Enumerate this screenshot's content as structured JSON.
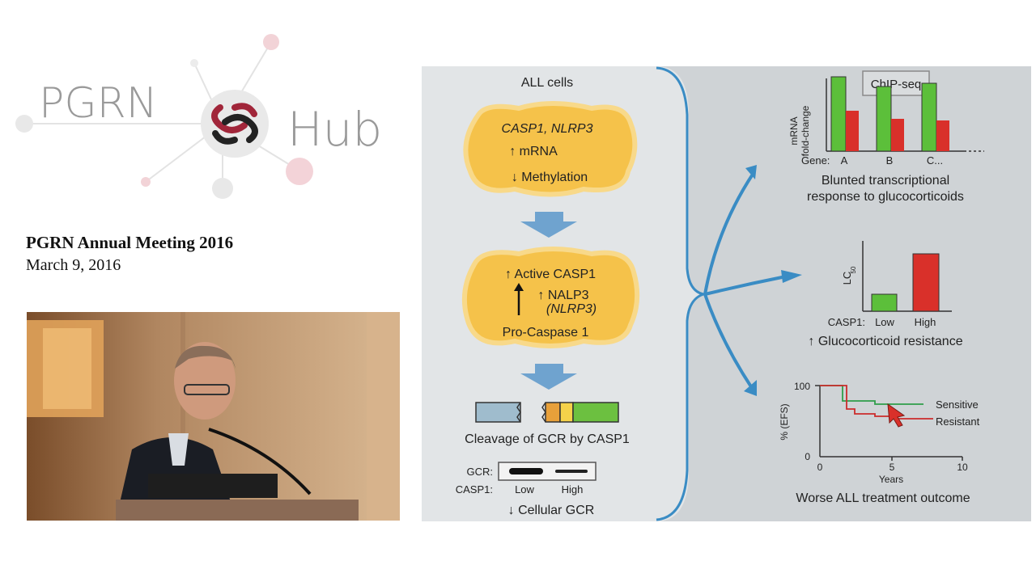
{
  "logo": {
    "left_text": "PGRN",
    "right_text": "Hub"
  },
  "meeting": {
    "title": "PGRN Annual Meeting 2016",
    "date": "March 9, 2016"
  },
  "slide": {
    "all_cells": "ALL cells",
    "blob1": {
      "genes": "CASP1, NLRP3",
      "line2": "↑ mRNA",
      "line3": "↓ Methylation"
    },
    "blob2": {
      "line1": "↑ Active CASP1",
      "line2": "↑ NALP3",
      "line3": "(NLRP3)",
      "line4": "Pro-Caspase 1"
    },
    "cleavage_label": "Cleavage of GCR by CASP1",
    "western": {
      "gcr_label": "GCR:",
      "casp1_label": "CASP1:",
      "low": "Low",
      "high": "High"
    },
    "cellular_gcr": "↓ Cellular GCR",
    "chipseq": {
      "badge": "ChIP-seq",
      "ylabel_line1": "mRNA",
      "ylabel_line2": "fold-change",
      "gene_label": "Gene:",
      "genes": [
        "A",
        "B",
        "C..."
      ],
      "caption_line1": "Blunted transcriptional",
      "caption_line2": "response to glucocorticoids"
    },
    "lc50": {
      "ylabel": "LC",
      "ylabel_sub": "50",
      "casp1_label": "CASP1:",
      "low": "Low",
      "high": "High",
      "caption": "↑ Glucocorticoid resistance"
    },
    "efs": {
      "ylabel": "% (EFS)",
      "y_top": "100",
      "y_bottom": "0",
      "x_ticks": [
        "0",
        "5",
        "10"
      ],
      "xlabel": "Years",
      "sensitive": "Sensitive",
      "resistant": "Resistant",
      "caption": "Worse ALL treatment outcome"
    }
  },
  "colors": {
    "green_bar": "#5cbf3a",
    "red_bar": "#d9302a",
    "blob": "#f5c24a",
    "arrow_blue": "#3a8cc4"
  }
}
